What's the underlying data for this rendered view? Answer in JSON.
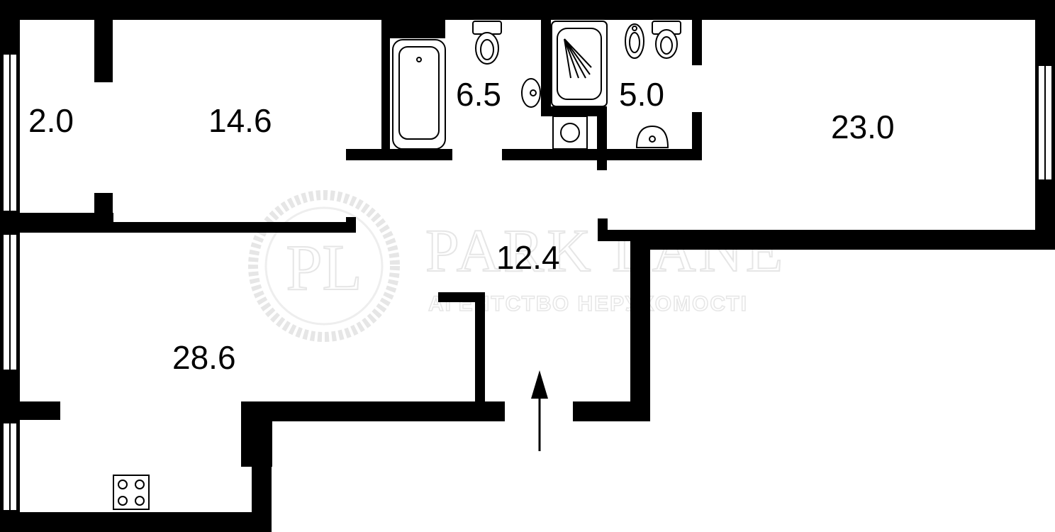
{
  "rooms": [
    {
      "id": "balcony",
      "area": "2.0"
    },
    {
      "id": "bedroom",
      "area": "14.6"
    },
    {
      "id": "bathroom",
      "area": "6.5"
    },
    {
      "id": "toilet",
      "area": "5.0"
    },
    {
      "id": "living-room",
      "area": "23.0"
    },
    {
      "id": "hallway",
      "area": "12.4"
    },
    {
      "id": "kitchen-living",
      "area": "28.6"
    }
  ],
  "watermark": {
    "monogram": "PL",
    "title": "PARK LANE",
    "subtitle": "АГЕНТСТВО НЕРУХОМОСТІ"
  },
  "colors": {
    "wall": "#000000",
    "background": "#ffffff",
    "watermark": "#e6e6e6"
  },
  "icons": [
    "bathtub-icon",
    "shower-icon",
    "toilet-icon",
    "bidet-icon",
    "washbasin-icon",
    "washing-machine-icon",
    "stove-icon",
    "entrance-arrow-icon",
    "window-icon"
  ]
}
